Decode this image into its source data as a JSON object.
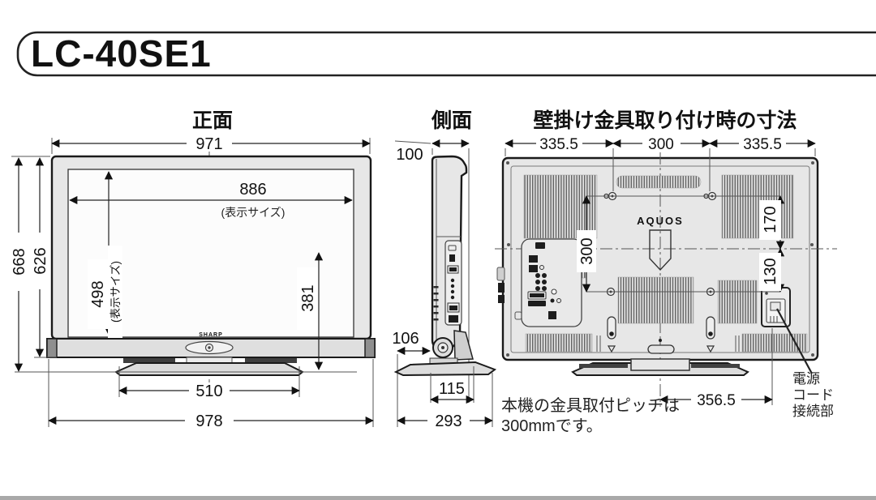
{
  "page": {
    "model": "LC-40SE1",
    "note_line1": "本機の金具取付ピッチは",
    "note_line2": "300mmです。"
  },
  "front": {
    "title": "正面",
    "logo": "SHARP",
    "width_top": "971",
    "display_width": "886",
    "display_width_note": "(表示サイズ)",
    "height_total": "668",
    "height_body": "626",
    "display_height": "498",
    "display_height_note": "(表示サイズ)",
    "center_to_bottom": "381",
    "stand_width": "510",
    "width_total": "978"
  },
  "side": {
    "title": "側面",
    "depth_top": "100",
    "base_front_to_screen": "106",
    "stand_depth": "115",
    "depth_total": "293"
  },
  "rear": {
    "title": "壁掛け金具取り付け時の寸法",
    "logo": "AQUOS",
    "span_left": "335.5",
    "span_center": "300",
    "span_right": "335.5",
    "pitch_vertical": "300",
    "center_to_top_holes": "170",
    "center_to_power": "130",
    "power_offset_h": "356.5",
    "power_label_line1": "電源",
    "power_label_line2": "コード",
    "power_label_line3": "接続部"
  }
}
